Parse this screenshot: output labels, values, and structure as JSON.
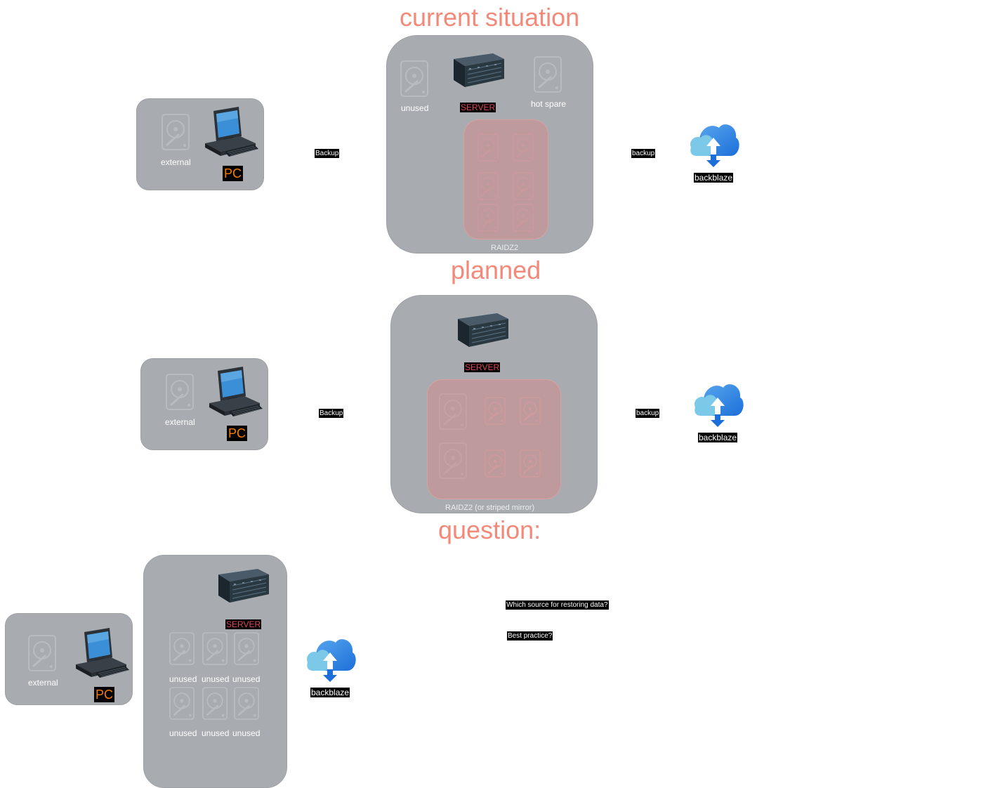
{
  "sections": {
    "current": {
      "title": "current situation",
      "pc_label": "PC",
      "external_label": "external",
      "server_label": "SERVER",
      "unused_label": "unused",
      "hot_spare_label": "hot spare",
      "pool_label": "RAIDZ2",
      "backup_left": "Backup",
      "backup_right": "backup",
      "cloud_label": "backblaze"
    },
    "planned": {
      "title": "planned",
      "pc_label": "PC",
      "external_label": "external",
      "server_label": "SERVER",
      "pool_label": "RAIDZ2 (or striped mirror)",
      "backup_left": "Backup",
      "backup_right": "backup",
      "cloud_label": "backblaze"
    },
    "question": {
      "title": "question:",
      "pc_label": "PC",
      "external_label": "external",
      "server_label": "SERVER",
      "unused_labels": [
        "unused",
        "unused",
        "unused",
        "unused",
        "unused",
        "unused"
      ],
      "cloud_label": "backblaze",
      "question_1": "Which source for restoring data?",
      "question_2": "Best practice?"
    }
  },
  "icons": {
    "server": "server-rack-icon",
    "pc": "desktop-computer-icon",
    "disk": "hard-disk-icon",
    "cloud": "cloud-backup-icon"
  },
  "colors": {
    "title": "#f4897a",
    "box": "#a8acb0",
    "pool": "#d28c8c",
    "server_label": "#e0445a",
    "pc_label": "#f57c00"
  }
}
